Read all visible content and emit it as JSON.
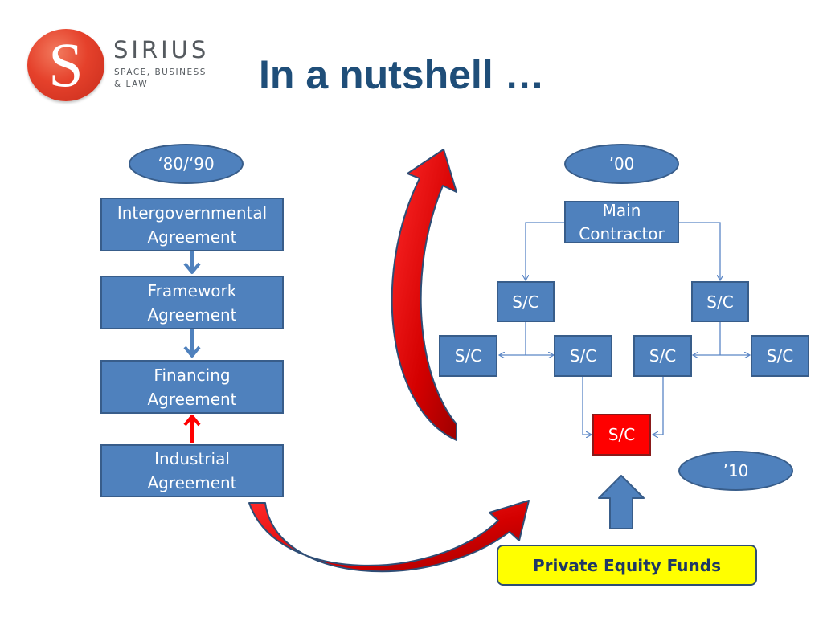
{
  "logo": {
    "name": "SIRIUS",
    "tagline_line1": "SPACE, BUSINESS",
    "tagline_line2": "& LAW"
  },
  "slide": {
    "title": "In a nutshell …"
  },
  "eras": {
    "first": "‘80/‘90",
    "second": "’00",
    "third": "’10"
  },
  "left_chain": [
    {
      "line1": "Intergovernmental",
      "line2": "Agreement"
    },
    {
      "line1": "Framework",
      "line2": "Agreement"
    },
    {
      "line1": "Financing",
      "line2": "Agreement"
    },
    {
      "line1": "Industrial",
      "line2": "Agreement"
    }
  ],
  "hierarchy": {
    "main_line1": "Main",
    "main_line2": "Contractor",
    "subcontractor_label": "S/C"
  },
  "funding": {
    "label": "Private Equity Funds"
  },
  "colors": {
    "box_fill": "#4f81bd",
    "box_border": "#385d8a",
    "highlight_red": "#ff0000",
    "funds_yellow": "#ffff00",
    "title_blue": "#1f4e79"
  }
}
